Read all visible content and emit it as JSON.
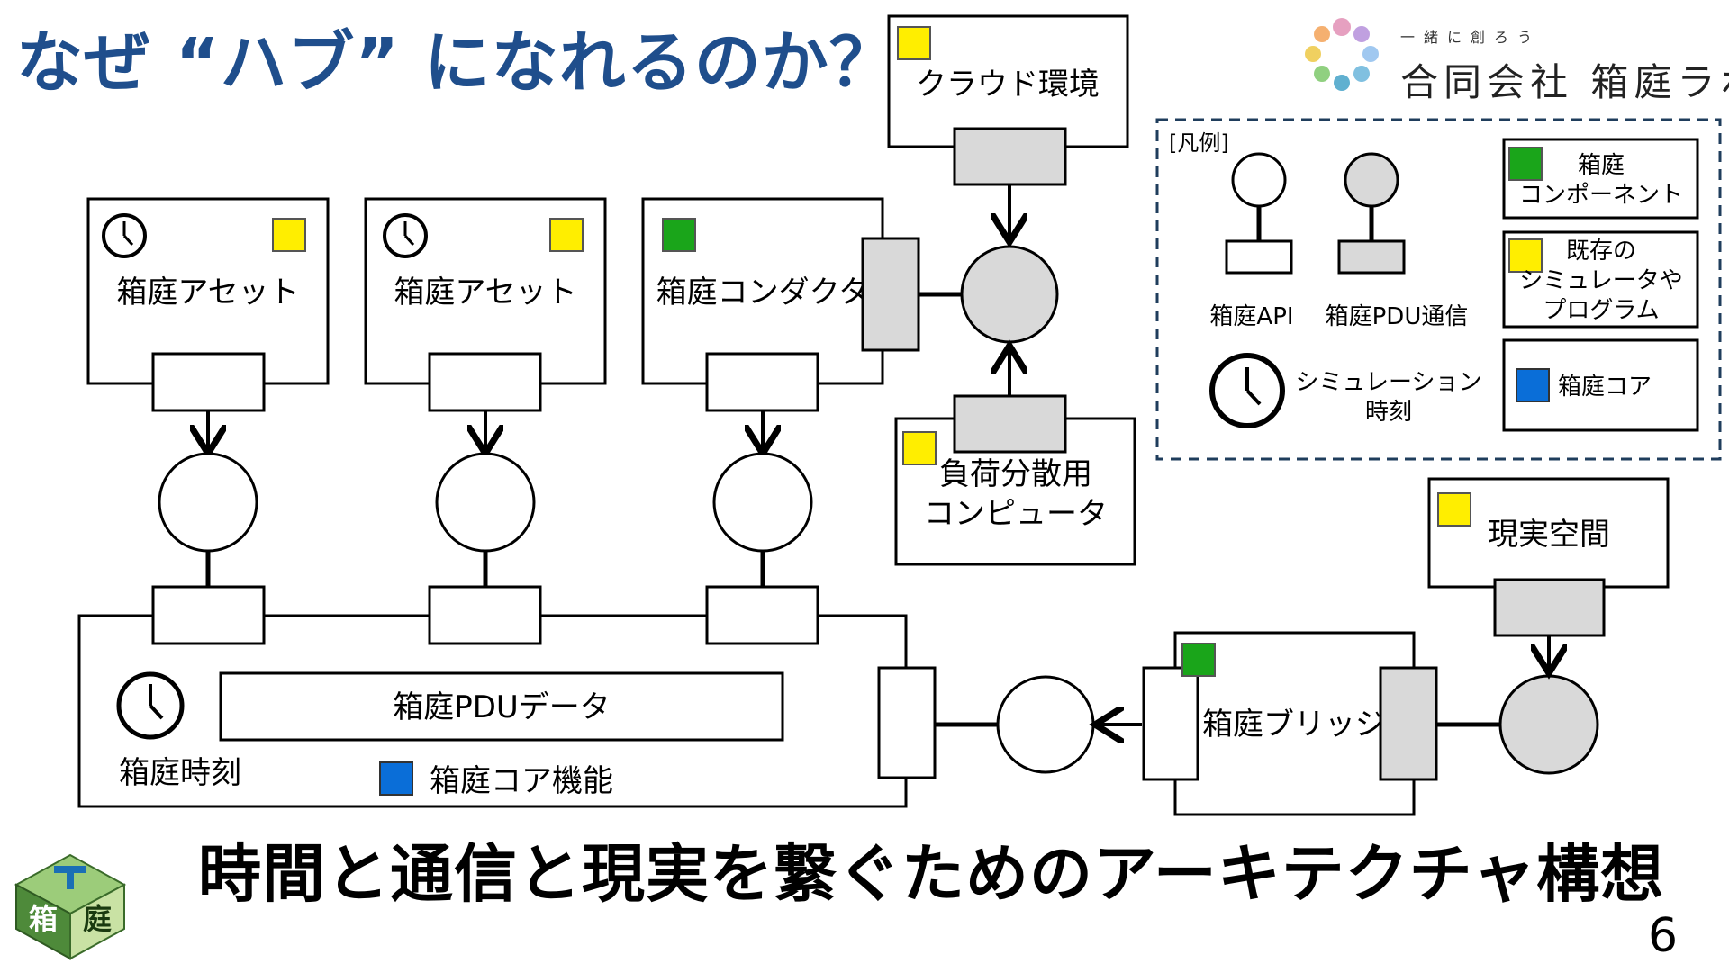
{
  "title": "なぜ “ハブ” になれるのか？",
  "subtitle": "時間と通信と現実を繋ぐためのアーキテクチャ構想",
  "page_number": "6",
  "logo": {
    "tagline": "一緒に創ろう",
    "company": "合同会社 箱庭ラボ",
    "cube_chars": [
      "箱",
      "庭"
    ]
  },
  "colors": {
    "title": "#1f4e8c",
    "yellow": "#ffee00",
    "green": "#1aa51a",
    "blue": "#0a6ed8",
    "gray": "#d9d9d9"
  },
  "nodes": {
    "asset1": "箱庭アセット",
    "asset2": "箱庭アセット",
    "conductor": "箱庭コンダクタ",
    "cloud": "クラウド環境",
    "load_balancer_line1": "負荷分散用",
    "load_balancer_line2": "コンピュータ",
    "real_space": "現実空間",
    "bridge": "箱庭ブリッジ",
    "pdu_data": "箱庭PDUデータ",
    "hako_time": "箱庭時刻",
    "core_function": "箱庭コア機能"
  },
  "legend": {
    "title": "[凡例]",
    "api": "箱庭API",
    "pdu_comm": "箱庭PDU通信",
    "sim_time_line1": "シミュレーション",
    "sim_time_line2": "時刻",
    "component_line1": "箱庭",
    "component_line2": "コンポーネント",
    "existing_line1": "既存の",
    "existing_line2": "シミュレータや",
    "existing_line3": "プログラム",
    "core": "箱庭コア"
  }
}
